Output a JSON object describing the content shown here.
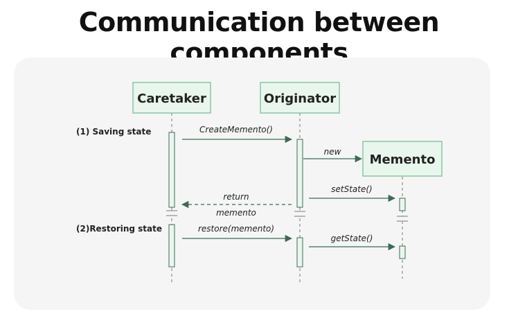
{
  "title": "Communication between components",
  "participants": {
    "caretaker": "Caretaker",
    "originator": "Originator",
    "memento": "Memento"
  },
  "phases": {
    "saving": "(1) Saving state",
    "restoring": "(2)Restoring state"
  },
  "messages": {
    "create_memento": "CreateMemento()",
    "new": "new",
    "set_state": "setState()",
    "return_line1": "return",
    "return_line2": "memento",
    "restore": "restore(memento)",
    "get_state": "getState()"
  },
  "colors": {
    "box_fill": "#e9f6ee",
    "box_stroke": "#88c5a3",
    "arrow": "#3d6b55",
    "panel": "#f5f5f5",
    "text": "#222222"
  }
}
